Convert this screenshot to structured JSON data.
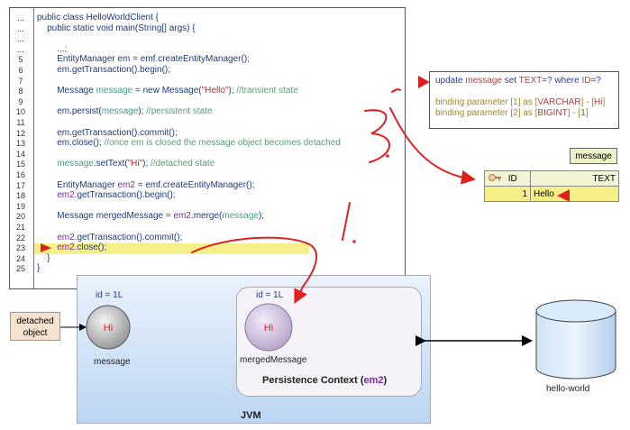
{
  "code": {
    "lines": [
      {
        "n": "...",
        "segs": [
          [
            "public class HelloWorldClient {",
            ""
          ]
        ]
      },
      {
        "n": "...",
        "segs": [
          [
            "    public static void main(String[] args) {",
            ""
          ]
        ]
      },
      {
        "n": "...",
        "segs": [
          [
            "",
            ""
          ]
        ]
      },
      {
        "n": "...",
        "segs": [
          [
            "        ...;",
            ""
          ]
        ]
      },
      {
        "n": "5",
        "segs": [
          [
            "        EntityManager em = emf.createEntityManager();",
            ""
          ]
        ]
      },
      {
        "n": "6",
        "segs": [
          [
            "        em.getTransaction().begin();",
            ""
          ]
        ]
      },
      {
        "n": "7",
        "segs": [
          [
            "",
            ""
          ]
        ]
      },
      {
        "n": "8",
        "segs": [
          [
            "        Message ",
            ""
          ],
          [
            "message",
            "var"
          ],
          [
            " = new Message(",
            ""
          ],
          [
            "\"Hello\"",
            "str"
          ],
          [
            "); ",
            ""
          ],
          [
            "//transient state",
            "cmt"
          ]
        ]
      },
      {
        "n": "9",
        "segs": [
          [
            "",
            ""
          ]
        ]
      },
      {
        "n": "10",
        "segs": [
          [
            "        em.persist(",
            ""
          ],
          [
            "message",
            "var"
          ],
          [
            "); ",
            ""
          ],
          [
            "//persistent state",
            "cmt"
          ]
        ]
      },
      {
        "n": "11",
        "segs": [
          [
            "",
            ""
          ]
        ]
      },
      {
        "n": "12",
        "segs": [
          [
            "        em.getTransaction().commit();",
            ""
          ]
        ]
      },
      {
        "n": "13",
        "segs": [
          [
            "        em.close(); ",
            ""
          ],
          [
            "//once em is closed the message object becomes detached",
            "cmt"
          ]
        ]
      },
      {
        "n": "14",
        "segs": [
          [
            "",
            ""
          ]
        ]
      },
      {
        "n": "15",
        "segs": [
          [
            "        ",
            ""
          ],
          [
            "message",
            "var"
          ],
          [
            ".setText(",
            ""
          ],
          [
            "\"Hi\"",
            "str"
          ],
          [
            "); ",
            ""
          ],
          [
            "//detached state",
            "cmt"
          ]
        ]
      },
      {
        "n": "16",
        "segs": [
          [
            "",
            ""
          ]
        ]
      },
      {
        "n": "17",
        "segs": [
          [
            "        EntityManager ",
            ""
          ],
          [
            "em2",
            "kw"
          ],
          [
            " = emf.createEntityManager();",
            ""
          ]
        ]
      },
      {
        "n": "18",
        "segs": [
          [
            "        ",
            ""
          ],
          [
            "em2",
            "kw"
          ],
          [
            ".getTransaction().begin();",
            ""
          ]
        ]
      },
      {
        "n": "19",
        "segs": [
          [
            "",
            ""
          ]
        ]
      },
      {
        "n": "20",
        "segs": [
          [
            "        Message mergedMessage = ",
            ""
          ],
          [
            "em2",
            "kw"
          ],
          [
            ".merge(",
            ""
          ],
          [
            "message",
            "var"
          ],
          [
            ");",
            ""
          ]
        ]
      },
      {
        "n": "21",
        "segs": [
          [
            "",
            ""
          ]
        ]
      },
      {
        "n": "22",
        "segs": [
          [
            "        ",
            ""
          ],
          [
            "em2",
            "kw"
          ],
          [
            ".getTransaction().commit();",
            ""
          ]
        ]
      },
      {
        "n": "23",
        "segs": [
          [
            "        ",
            ""
          ],
          [
            "em2",
            "kw"
          ],
          [
            ".close();",
            ""
          ]
        ]
      },
      {
        "n": "24",
        "segs": [
          [
            "    }",
            ""
          ]
        ]
      },
      {
        "n": "25",
        "segs": [
          [
            "}",
            ""
          ]
        ]
      }
    ]
  },
  "sql": {
    "line1": {
      "a": "update ",
      "b": "message",
      "c": " set ",
      "d": "TEXT",
      "e": "=? ",
      "f": "where ",
      "g": "ID",
      "h": "=?"
    },
    "line2": {
      "a": "binding parameter [1] as [",
      "b": "VARCHAR",
      "c": "] - [",
      "d": "Hi",
      "e": "]"
    },
    "line3": {
      "a": "binding parameter [2] as [",
      "b": "BIGINT",
      "c": "] - [",
      "d": "1",
      "e": "]"
    }
  },
  "table": {
    "name": "message",
    "col_id": "ID",
    "col_text": "TEXT",
    "row_id": "1",
    "row_text": "Hello"
  },
  "jvm": {
    "label": "JVM",
    "detached_box": "detached\nobject",
    "message_id": "id = 1L",
    "message_value": "Hi",
    "message_label": "message",
    "merged_id": "id = 1L",
    "merged_value": "Hi",
    "merged_label": "mergedMessage",
    "pc_label": "Persistence  Context (",
    "pc_em": "em2",
    "pc_close": ")"
  },
  "db": {
    "label": "hello-world"
  },
  "colors": {
    "arrow": "#e02020",
    "highlight": "#f7f08a",
    "jvm_bg": "#cfe0f5"
  }
}
